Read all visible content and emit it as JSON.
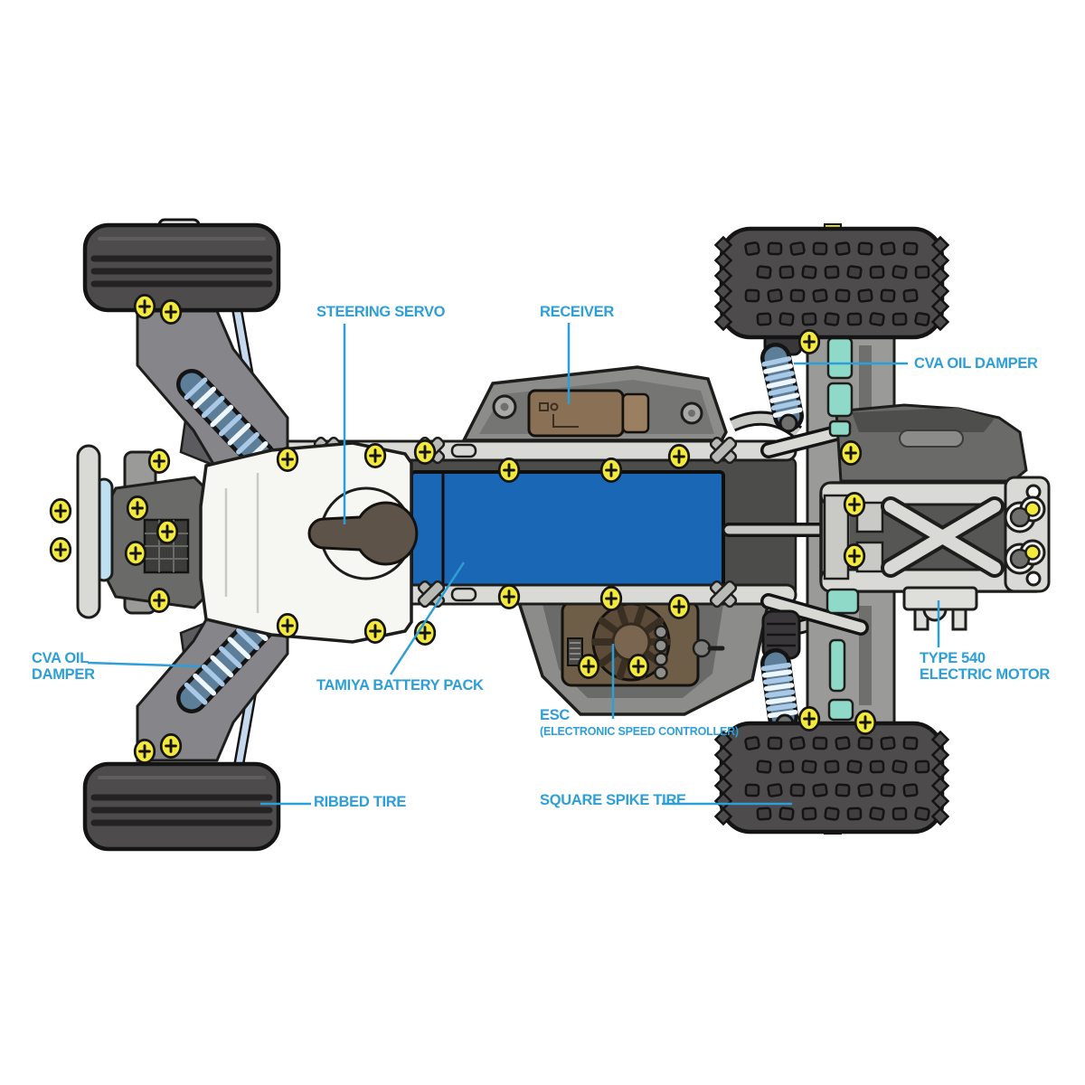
{
  "colors": {
    "label_accent": "#2d9fd8",
    "battery_blue": "#1a67b5",
    "tire_dark": "#4d4b4c",
    "chassis_light": "#d9d9d6",
    "chassis_mid": "#8c8c8a",
    "receiver_brown": "#8a7156",
    "esc_brown": "#6f5e47",
    "screw_yellow": "#f3e93c",
    "teal_accent": "#8fd9c8",
    "link_blue": "#c5d8ee",
    "background": "#ffffff"
  },
  "labels": {
    "steering_servo": {
      "text": "STEERING SERVO"
    },
    "receiver": {
      "text": "RECEIVER"
    },
    "cva_oil_damper_right": {
      "text": "CVA OIL DAMPER"
    },
    "cva_oil_damper_left": {
      "line1": "CVA OIL",
      "line2": "DAMPER"
    },
    "tamiya_battery_pack": {
      "text": "TAMIYA BATTERY PACK"
    },
    "esc": {
      "text": "ESC",
      "subtext": "(ELECTRONIC SPEED CONTROLLER)"
    },
    "type_540_electric_motor": {
      "line1": "TYPE 540",
      "line2": "ELECTRIC MOTOR"
    },
    "ribbed_tire": {
      "text": "RIBBED TIRE"
    },
    "square_spike_tire": {
      "text": "SQUARE SPIKE TIRE"
    }
  }
}
